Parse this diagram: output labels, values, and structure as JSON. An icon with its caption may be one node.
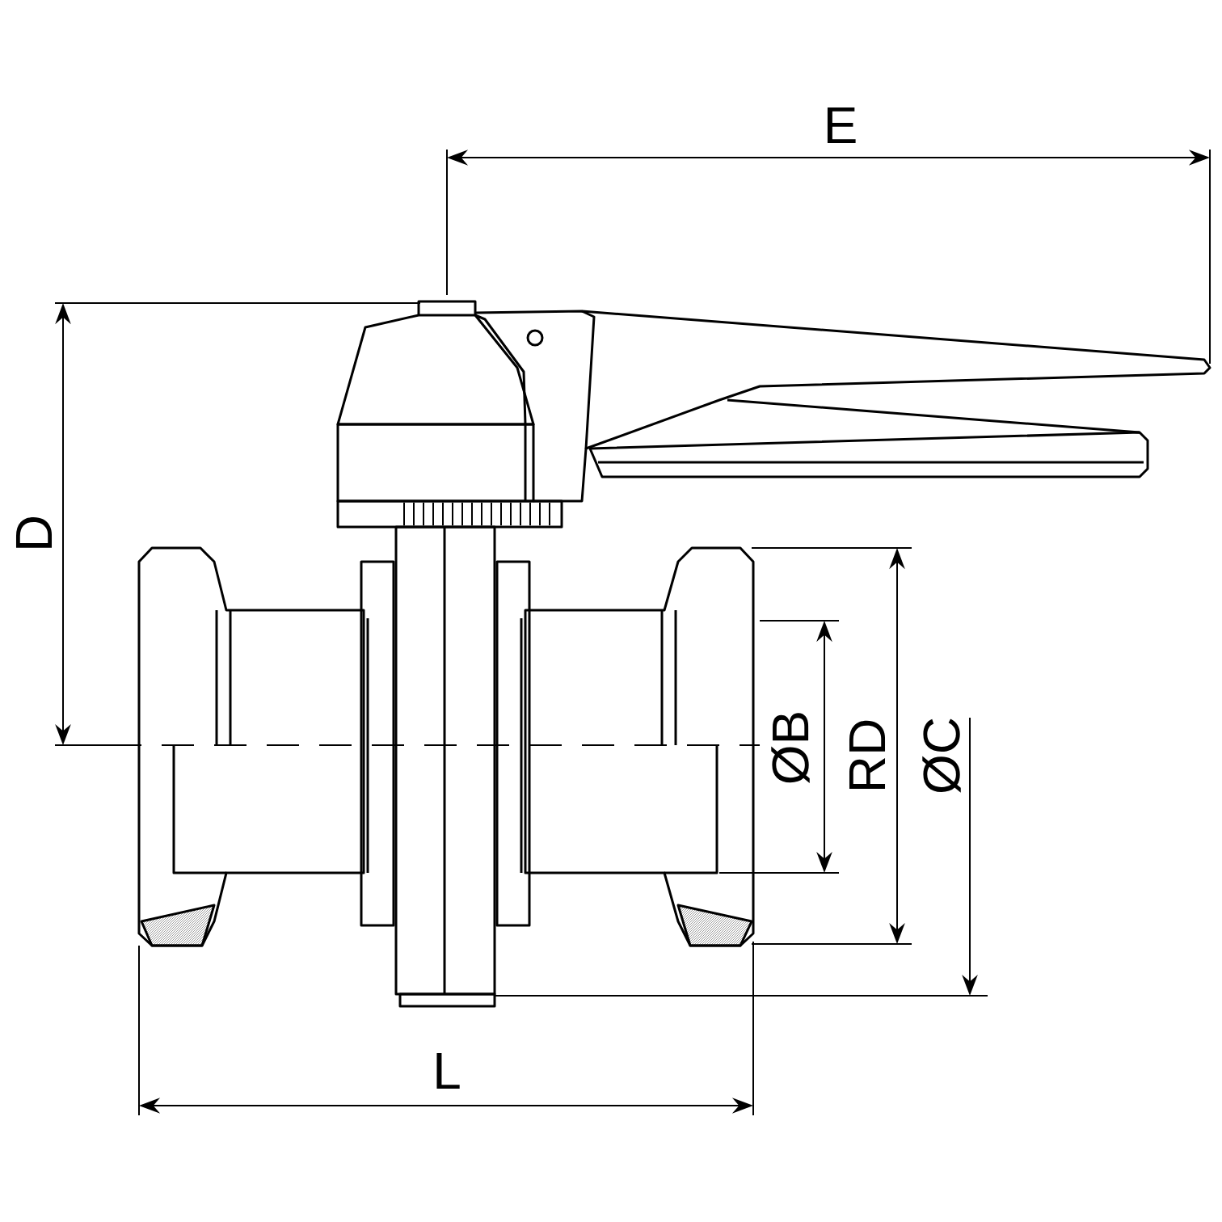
{
  "diagram": {
    "labels": [
      "E",
      "D",
      "ØB",
      "RD",
      "ØC",
      "L"
    ]
  }
}
